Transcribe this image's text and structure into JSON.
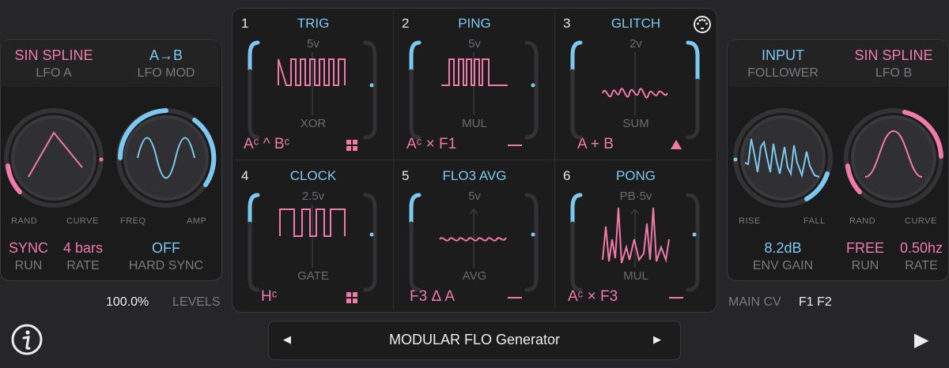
{
  "lfo_a": {
    "type": "SIN SPLINE",
    "name": "LFO A",
    "knob_left": "RAND",
    "knob_right": "CURVE",
    "sync_value": "SYNC",
    "sync_label": "RUN",
    "rate_value": "4 bars",
    "rate_label": "RATE"
  },
  "lfo_mod": {
    "type": "A→B",
    "name": "LFO MOD",
    "knob_left": "FREQ",
    "knob_right": "AMP",
    "hard_sync_value": "OFF",
    "hard_sync_label": "HARD SYNC"
  },
  "levels": {
    "value": "100.0%",
    "label": "LEVELS"
  },
  "matrix": [
    {
      "num": "1",
      "title": "TRIG",
      "voltage": "5v",
      "op": "XOR",
      "formula": "Aᶜ ^ Bᶜ",
      "mode_icon": "grid-icon"
    },
    {
      "num": "2",
      "title": "PING",
      "voltage": "5v",
      "op": "MUL",
      "formula": "Aᶜ × F1",
      "mode_icon": "dash-icon"
    },
    {
      "num": "3",
      "title": "GLITCH",
      "voltage": "2v",
      "op": "SUM",
      "formula": "A + B",
      "mode_icon": "triangle-icon"
    },
    {
      "num": "4",
      "title": "CLOCK",
      "voltage": "2.5v",
      "op": "GATE",
      "formula": "Hᶜ",
      "mode_icon": "grid-icon"
    },
    {
      "num": "5",
      "title": "FLO3 AVG",
      "voltage": "5v",
      "op": "AVG",
      "formula": "F3 Δ A",
      "mode_icon": "dash-icon"
    },
    {
      "num": "6",
      "title": "PONG",
      "voltage": "PB·5v",
      "op": "MUL",
      "formula": "Aᶜ × F3",
      "mode_icon": "dash-icon"
    }
  ],
  "input_follower": {
    "type": "INPUT",
    "name": "FOLLOWER",
    "knob_left": "RISE",
    "knob_right": "FALL",
    "gain_value": "8.2dB",
    "gain_label": "ENV GAIN"
  },
  "lfo_b": {
    "type": "SIN SPLINE",
    "name": "LFO B",
    "knob_left": "RAND",
    "knob_right": "CURVE",
    "run_value": "FREE",
    "run_label": "RUN",
    "rate_value": "0.50hz",
    "rate_label": "RATE"
  },
  "main_cv": {
    "label": "MAIN CV",
    "value": "F1 F2"
  },
  "preset": {
    "name": "MODULAR FLO Generator",
    "prev": "◀",
    "next": "▶"
  },
  "transport": {
    "play": "▶"
  },
  "colors": {
    "pink": "#f07aa8",
    "blue": "#7cc8f0",
    "panel": "#1b1b1c",
    "bg": "#262628"
  }
}
